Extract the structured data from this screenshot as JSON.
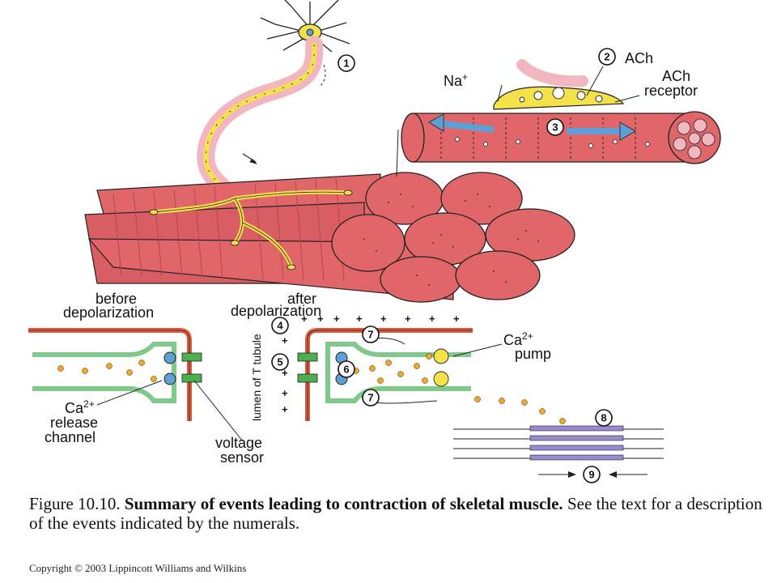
{
  "labels": {
    "ach": "ACh",
    "ach_receptor_1": "ACh",
    "ach_receptor_2": "receptor",
    "na": "Na",
    "na_sup": "+",
    "before_1": "before",
    "before_2": "depolarization",
    "after_1": "after",
    "after_2": "depolarization",
    "lumen": "lumen of T tubule",
    "ca_pump_1": "Ca",
    "ca_pump_sup": "2+",
    "ca_pump_2": "pump",
    "ca_release_1": "Ca",
    "ca_release_sup": "2+",
    "ca_release_2": "release",
    "ca_release_3": "channel",
    "voltage_1": "voltage",
    "voltage_2": "sensor"
  },
  "numerals": [
    "1",
    "2",
    "3",
    "4",
    "5",
    "6",
    "7",
    "7",
    "8",
    "9"
  ],
  "caption": {
    "prefix": "Figure 10.10. ",
    "bold": "Summary of events leading to contraction of skeletal muscle.",
    "rest": " See the text for a description of the events indicated by the numerals."
  },
  "copyright": "Copyright © 2003 Lippincott Williams and Wilkins",
  "colors": {
    "muscle": "#e0666a",
    "muscle_dark": "#b8464c",
    "nerve": "#f3e24a",
    "sheath": "#f2b6c0",
    "membrane_red": "#e05a3c",
    "membrane_green": "#7fc98a",
    "calcium": "#f2a81f",
    "blue_arrow": "#5f9fd6",
    "filament": "#9a8ad0"
  }
}
